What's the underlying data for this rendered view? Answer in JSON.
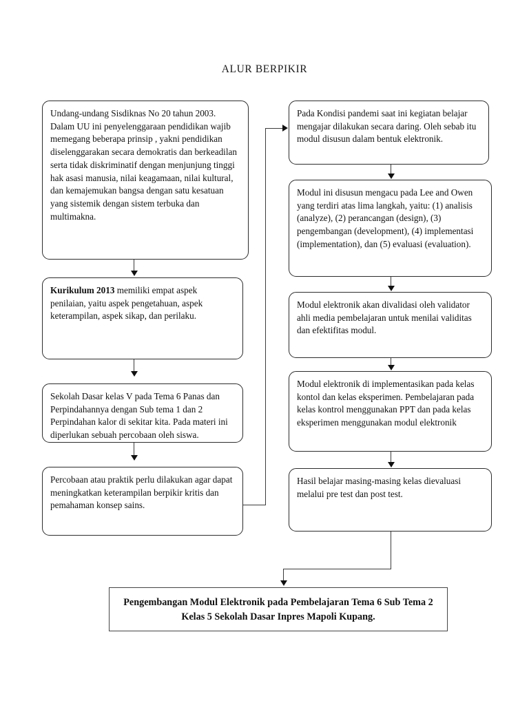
{
  "title": "ALUR BERPIKIR",
  "chart_data": {
    "type": "diagram",
    "diagram_kind": "flowchart",
    "title": "ALUR BERPIKIR",
    "nodes": [
      {
        "id": "L1",
        "column": "left",
        "order": 1,
        "shape": "rounded-rect",
        "text": "Undang-undang Sisdiknas No 20 tahun 2003. Dalam UU ini penyelenggaraan pendidikan wajib memegang beberapa prinsip , yakni pendidikan diselenggarakan secara demokratis dan berkeadilan serta tidak diskriminatif dengan menjunjung tinggi hak asasi manusia, nilai keagamaan, nilai kultural, dan kemajemukan bangsa dengan satu kesatuan yang sistemik dengan sistem terbuka dan multimakna."
      },
      {
        "id": "L2",
        "column": "left",
        "order": 2,
        "shape": "rounded-rect",
        "text_bold_prefix": "Kurikulum 2013",
        "text": " memiliki empat aspek penilaian, yaitu aspek pengetahuan, aspek keterampilan, aspek sikap, dan perilaku."
      },
      {
        "id": "L3",
        "column": "left",
        "order": 3,
        "shape": "rounded-rect",
        "text": "Sekolah Dasar kelas V pada Tema 6 Panas dan Perpindahannya dengan Sub tema 1 dan  2 Perpindahan kalor di sekitar kita. Pada materi ini diperlukan sebuah percobaan oleh siswa."
      },
      {
        "id": "L4",
        "column": "left",
        "order": 4,
        "shape": "rounded-rect",
        "text": "Percobaan atau praktik perlu dilakukan agar dapat meningkatkan keterampilan berpikir kritis dan pemahaman konsep sains."
      },
      {
        "id": "R1",
        "column": "right",
        "order": 1,
        "shape": "rounded-rect",
        "text": "Pada Kondisi pandemi saat ini kegiatan belajar mengajar dilakukan secara daring. Oleh sebab itu modul disusun dalam bentuk elektronik."
      },
      {
        "id": "R2",
        "column": "right",
        "order": 2,
        "shape": "rounded-rect",
        "text": "Modul ini disusun mengacu pada Lee and Owen yang  terdiri atas lima langkah, yaitu: (1) analisis (analyze), (2) perancangan (design), (3) pengembangan (development), (4) implementasi (implementation), dan (5) evaluasi (evaluation)."
      },
      {
        "id": "R3",
        "column": "right",
        "order": 3,
        "shape": "rounded-rect",
        "text": "Modul elektronik akan divalidasi oleh validator ahli media pembelajaran untuk menilai validitas dan efektifitas modul."
      },
      {
        "id": "R4",
        "column": "right",
        "order": 4,
        "shape": "rounded-rect",
        "text": "Modul elektronik di implementasikan pada kelas kontol dan kelas eksperimen. Pembelajaran pada kelas kontrol menggunakan PPT dan pada kelas eksperimen menggunakan modul elektronik"
      },
      {
        "id": "R5",
        "column": "right",
        "order": 5,
        "shape": "rounded-rect",
        "text": "Hasil belajar masing-masing kelas dievaluasi melalui pre test dan post test."
      },
      {
        "id": "C1",
        "column": "bottom",
        "order": 1,
        "shape": "rect",
        "bold": true,
        "text": "Pengembangan Modul Elektronik pada Pembelajaran Tema 6 Sub Tema 2 Kelas 5 Sekolah Dasar Inpres Mapoli Kupang."
      }
    ],
    "edges": [
      {
        "from": "L1",
        "to": "L2",
        "style": "arrow-down"
      },
      {
        "from": "L2",
        "to": "L3",
        "style": "arrow-down"
      },
      {
        "from": "L3",
        "to": "L4",
        "style": "arrow-down"
      },
      {
        "from": "L4",
        "to": "R1",
        "style": "elbow-right-up-arrow"
      },
      {
        "from": "R1",
        "to": "R2",
        "style": "arrow-down"
      },
      {
        "from": "R2",
        "to": "R3",
        "style": "arrow-down"
      },
      {
        "from": "R3",
        "to": "R4",
        "style": "arrow-down"
      },
      {
        "from": "R4",
        "to": "R5",
        "style": "arrow-down"
      },
      {
        "from": "R5",
        "to": "C1",
        "style": "elbow-down-left-arrow"
      }
    ]
  },
  "boxes": {
    "L1": "Undang-undang Sisdiknas No 20 tahun 2003. Dalam UU ini penyelenggaraan pendidikan wajib memegang beberapa prinsip , yakni pendidikan diselenggarakan secara demokratis dan berkeadilan serta tidak diskriminatif dengan menjunjung tinggi hak asasi manusia, nilai keagamaan, nilai kultural, dan kemajemukan bangsa dengan satu kesatuan yang sistemik dengan sistem terbuka dan multimakna.",
    "L2_bold": "Kurikulum 2013",
    "L2_rest": " memiliki empat aspek penilaian, yaitu aspek pengetahuan, aspek keterampilan, aspek sikap, dan perilaku.",
    "L3": "Sekolah Dasar kelas V pada Tema 6 Panas dan Perpindahannya dengan Sub tema 1 dan  2 Perpindahan kalor di sekitar kita. Pada materi ini diperlukan sebuah percobaan oleh siswa.",
    "L4": "Percobaan atau praktik perlu dilakukan agar dapat meningkatkan keterampilan berpikir kritis dan pemahaman konsep sains.",
    "R1": "Pada Kondisi pandemi saat ini kegiatan belajar mengajar dilakukan secara daring. Oleh sebab itu modul disusun dalam bentuk elektronik.",
    "R2": "Modul ini disusun mengacu pada Lee and Owen yang  terdiri atas lima langkah, yaitu: (1) analisis (analyze), (2) perancangan (design), (3) pengembangan (development), (4) implementasi (implementation), dan (5) evaluasi (evaluation).",
    "R3": "Modul elektronik akan divalidasi oleh validator ahli media pembelajaran untuk menilai validitas dan efektifitas modul.",
    "R4": "Modul elektronik di implementasikan pada kelas kontol dan kelas eksperimen. Pembelajaran pada kelas kontrol menggunakan PPT dan pada kelas eksperimen menggunakan modul elektronik",
    "R5": "Hasil belajar masing-masing kelas dievaluasi melalui pre test dan post test.",
    "C1": "Pengembangan Modul Elektronik pada Pembelajaran Tema 6 Sub Tema 2 Kelas 5 Sekolah Dasar Inpres Mapoli Kupang."
  },
  "colors": {
    "box_border": "#2b2b2b",
    "connector": "#3a3a3a",
    "arrow": "#111111",
    "text": "#111111",
    "background": "#ffffff"
  }
}
